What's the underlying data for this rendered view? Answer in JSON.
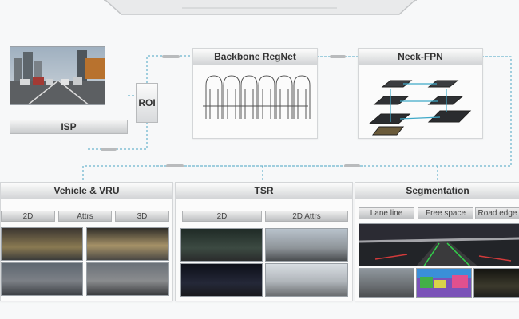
{
  "isp": {
    "label": "ISP"
  },
  "roi": {
    "label": "ROI"
  },
  "backbone": {
    "title": "Backbone RegNet"
  },
  "neck": {
    "title": "Neck-FPN"
  },
  "heads": [
    {
      "title": "Vehicle & VRU",
      "sublabels": [
        "2D",
        "Attrs",
        "3D"
      ]
    },
    {
      "title": "TSR",
      "sublabels": [
        "2D",
        "2D Attrs"
      ]
    },
    {
      "title": "Segmentation",
      "sublabels": [
        "Lane line",
        "Free space",
        "Road edge"
      ]
    }
  ],
  "colors": {
    "connector": "#4aa3c2",
    "header": "#d2d4d6"
  }
}
